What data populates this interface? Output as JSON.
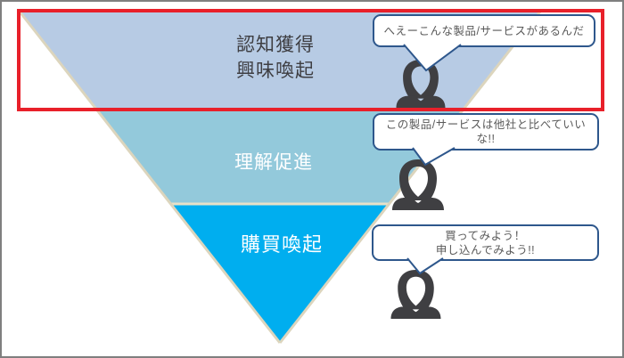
{
  "funnel": {
    "stages": [
      {
        "name": "awareness",
        "lines": [
          "認知獲得",
          "興味喚起"
        ],
        "fill": "#b7cbe4",
        "text_color": "#3e3e42",
        "highlighted": true
      },
      {
        "name": "understanding",
        "lines": [
          "理解促進"
        ],
        "fill": "#93c9db",
        "text_color": "#ffffff",
        "highlighted": false
      },
      {
        "name": "purchase",
        "lines": [
          "購買喚起"
        ],
        "fill": "#00aeef",
        "text_color": "#ffffff",
        "highlighted": false
      }
    ],
    "edge_color": "#dcd5bd",
    "divider_color": "#e8e1c8"
  },
  "bubbles": [
    {
      "lines": [
        "へえーこんな製品/サービスがあるんだ"
      ],
      "line2": ""
    },
    {
      "lines": [
        "この製品/サービスは他社と比べていい",
        "な!!"
      ]
    },
    {
      "lines": [
        "買ってみよう！",
        "申し込んでみよう!!"
      ]
    }
  ],
  "bubble1": {
    "line1": "へえーこんな製品/サービスがあるんだ"
  },
  "bubble2": {
    "line1": "この製品/サービスは他社と比べていい",
    "line2": "な!!"
  },
  "bubble3": {
    "line1": "買ってみよう！",
    "line2": "申し込んでみよう!!"
  },
  "icons": {
    "person": "person-icon",
    "speech_bubble": "speech-bubble",
    "person_color": "#3f3f42"
  },
  "colors": {
    "highlight_border": "#e8202a",
    "bubble_border": "#2e578c",
    "bubble_text": "#595959",
    "outer_frame": "#7f7f7f",
    "background": "#ffffff"
  }
}
